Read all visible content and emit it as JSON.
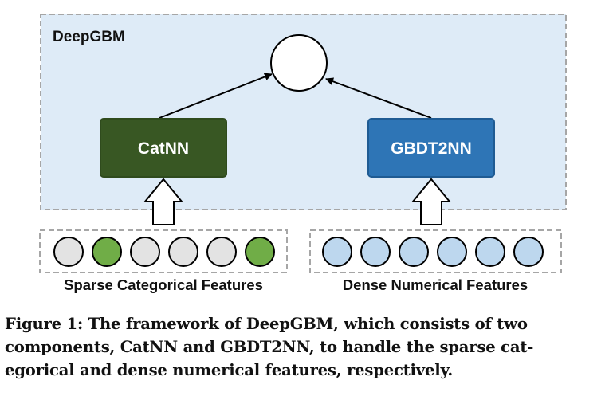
{
  "diagram": {
    "container_label": "DeepGBM",
    "output_node": "",
    "left_model": {
      "label": "CatNN",
      "fill": "#385723",
      "input_label": "Sparse Categorical Features",
      "input_nodes": [
        {
          "active": false
        },
        {
          "active": true
        },
        {
          "active": false
        },
        {
          "active": false
        },
        {
          "active": false
        },
        {
          "active": true
        }
      ]
    },
    "right_model": {
      "label": "GBDT2NN",
      "fill": "#2e75b6",
      "input_label": "Dense Numerical Features",
      "input_nodes": [
        {
          "active": true
        },
        {
          "active": true
        },
        {
          "active": true
        },
        {
          "active": true
        },
        {
          "active": true
        },
        {
          "active": true
        }
      ]
    }
  },
  "colors": {
    "container_fill": "#deebf7",
    "container_border": "#a6a6a6",
    "inactive_node": "#e3e3e3",
    "active_categorical_node": "#70ad47",
    "numerical_node": "#bdd7ee"
  },
  "caption": {
    "lines": [
      "Figure 1: The framework of DeepGBM, which consists of two",
      "components, CatNN and GBDT2NN, to handle the sparse cat-",
      "egorical and dense numerical features, respectively."
    ]
  }
}
